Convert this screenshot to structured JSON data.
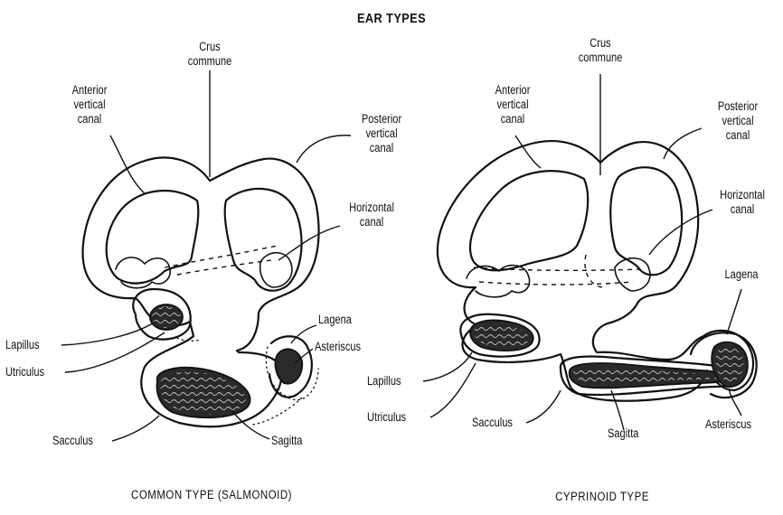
{
  "title": "EAR TYPES",
  "panels": [
    {
      "caption": "COMMON TYPE (SALMONOID)",
      "labels": {
        "crus_commune": "Crus\ncommune",
        "anterior_vertical_canal": "Anterior\nvertical\ncanal",
        "posterior_vertical_canal": "Posterior\nvertical\ncanal",
        "horizontal_canal": "Horizontal\ncanal",
        "lagena": "Lagena",
        "asteriscus": "Asteriscus",
        "lapillus": "Lapillus",
        "utriculus": "Utriculus",
        "sacculus": "Sacculus",
        "sagitta": "Sagitta"
      }
    },
    {
      "caption": "CYPRINOID TYPE",
      "labels": {
        "crus_commune": "Crus\ncommune",
        "anterior_vertical_canal": "Anterior\nvertical\ncanal",
        "posterior_vertical_canal": "Posterior\nvertical\ncanal",
        "horizontal_canal": "Horizontal\ncanal",
        "lagena": "Lagena",
        "asteriscus": "Asteriscus",
        "lapillus": "Lapillus",
        "utriculus": "Utriculus",
        "sacculus": "Sacculus",
        "sagitta": "Sagitta"
      }
    }
  ]
}
